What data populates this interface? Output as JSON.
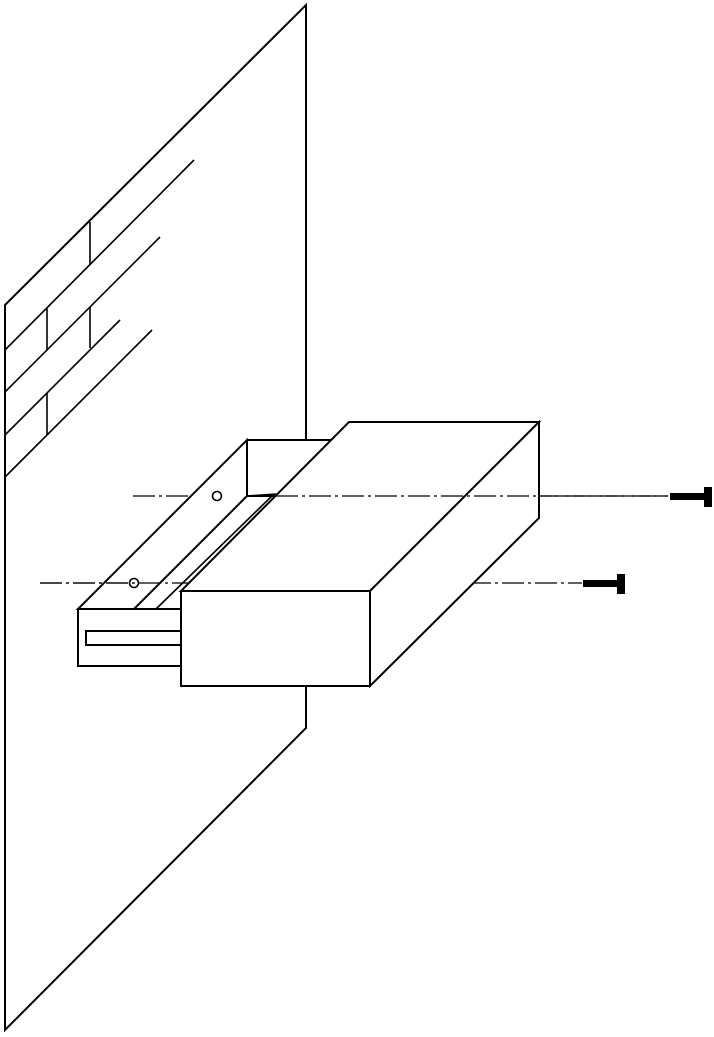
{
  "diagram": {
    "subject": "",
    "colors": {
      "line": "#000000",
      "background": "#ffffff"
    },
    "parts": {
      "wall": "wall-panel",
      "brick": "brick-pattern",
      "housing": "open-housing",
      "block": "solid-block",
      "axes": "centerlines",
      "fasteners": "screws"
    }
  }
}
